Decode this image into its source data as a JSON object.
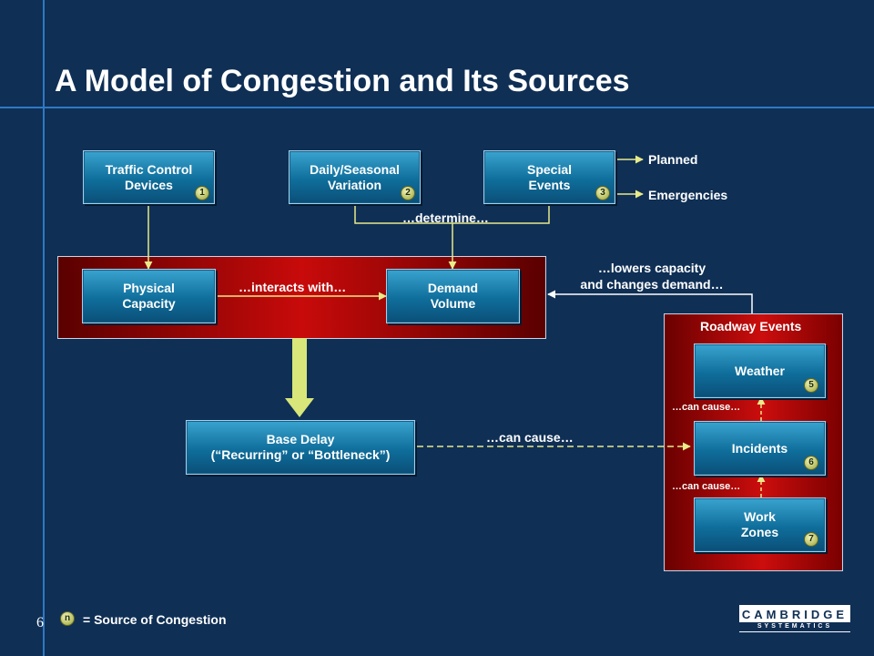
{
  "slide": {
    "title": "A Model of Congestion and Its Sources",
    "page_number": "6"
  },
  "sources": [
    {
      "label": "Traffic Control\nDevices",
      "badge": "1"
    },
    {
      "label": "Daily/Seasonal\nVariation",
      "badge": "2"
    },
    {
      "label": "Special\nEvents",
      "badge": "3"
    }
  ],
  "special_events_types": [
    "Planned",
    "Emergencies"
  ],
  "connectors": {
    "determine": "…determine…",
    "interacts_with": "…interacts with…",
    "lowers_capacity": "…lowers capacity\nand changes demand…",
    "can_cause_main": "…can cause…",
    "can_cause_1": "…can cause…",
    "can_cause_2": "…can cause…"
  },
  "core": {
    "physical_capacity": "Physical\nCapacity",
    "demand_volume": "Demand\nVolume",
    "base_delay": "Base Delay\n(“Recurring” or “Bottleneck”)"
  },
  "roadway_events": {
    "title": "Roadway Events",
    "items": [
      {
        "label": "Weather",
        "badge": "5"
      },
      {
        "label": "Incidents",
        "badge": "6"
      },
      {
        "label": "Work\nZones",
        "badge": "7"
      }
    ]
  },
  "legend": {
    "badge": "n",
    "text": "= Source of Congestion"
  },
  "logo": {
    "line1": "CAMBRIDGE",
    "line2": "SYSTEMATICS"
  },
  "colors": {
    "background": "#0f2f55",
    "accent_line": "#2f78c4",
    "box_blue": "#0f6e9b",
    "panel_red": "#c80a0a",
    "arrow_yellow": "#e9ea8a"
  }
}
